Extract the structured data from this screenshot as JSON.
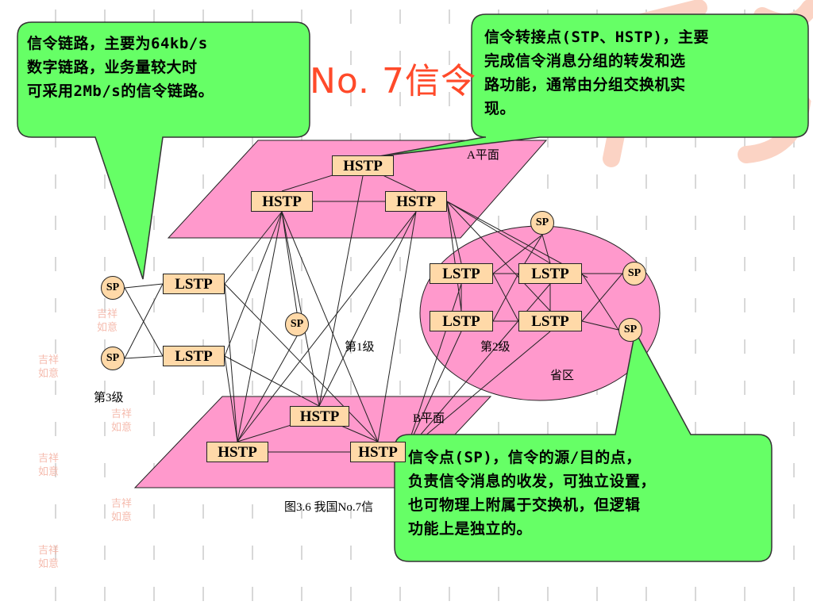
{
  "slide": {
    "title": "No. 7信令"
  },
  "plane_labels": {
    "a": "A平面",
    "b": "B平面"
  },
  "level_labels": {
    "level1": "第1级",
    "level2": "第2级",
    "level3": "第3级",
    "province": "省区"
  },
  "nodes": {
    "hstp": "HSTP",
    "lstp": "LSTP",
    "sp": "SP"
  },
  "caption": "图3.6 我国No.7信",
  "callouts": {
    "link": {
      "lines": [
        "信令链路，主要为64kb/s",
        "数字链路，业务量较大时",
        "可采用2Mb/s的信令链路。"
      ]
    },
    "stp": {
      "lines": [
        "信令转接点(STP、HSTP)，主要",
        "完成信令消息分组的转发和选",
        "路功能，通常由分组交换机实",
        "现。"
      ]
    },
    "sp": {
      "lines": [
        "信令点(SP)，信令的源/目的点，",
        "负责信令消息的收发，可独立设置，",
        "也可物理上附属于交换机，但逻辑",
        "功能上是独立的。"
      ]
    }
  },
  "colors": {
    "plane_fill": "#ff99cc",
    "node_fill": "#ffd9a8",
    "callout_fill": "#66ff66",
    "title_color": "#ff4a2a",
    "decor_color": "#f4b0a0"
  },
  "decor": {
    "seal_text": "吉祥如意"
  }
}
